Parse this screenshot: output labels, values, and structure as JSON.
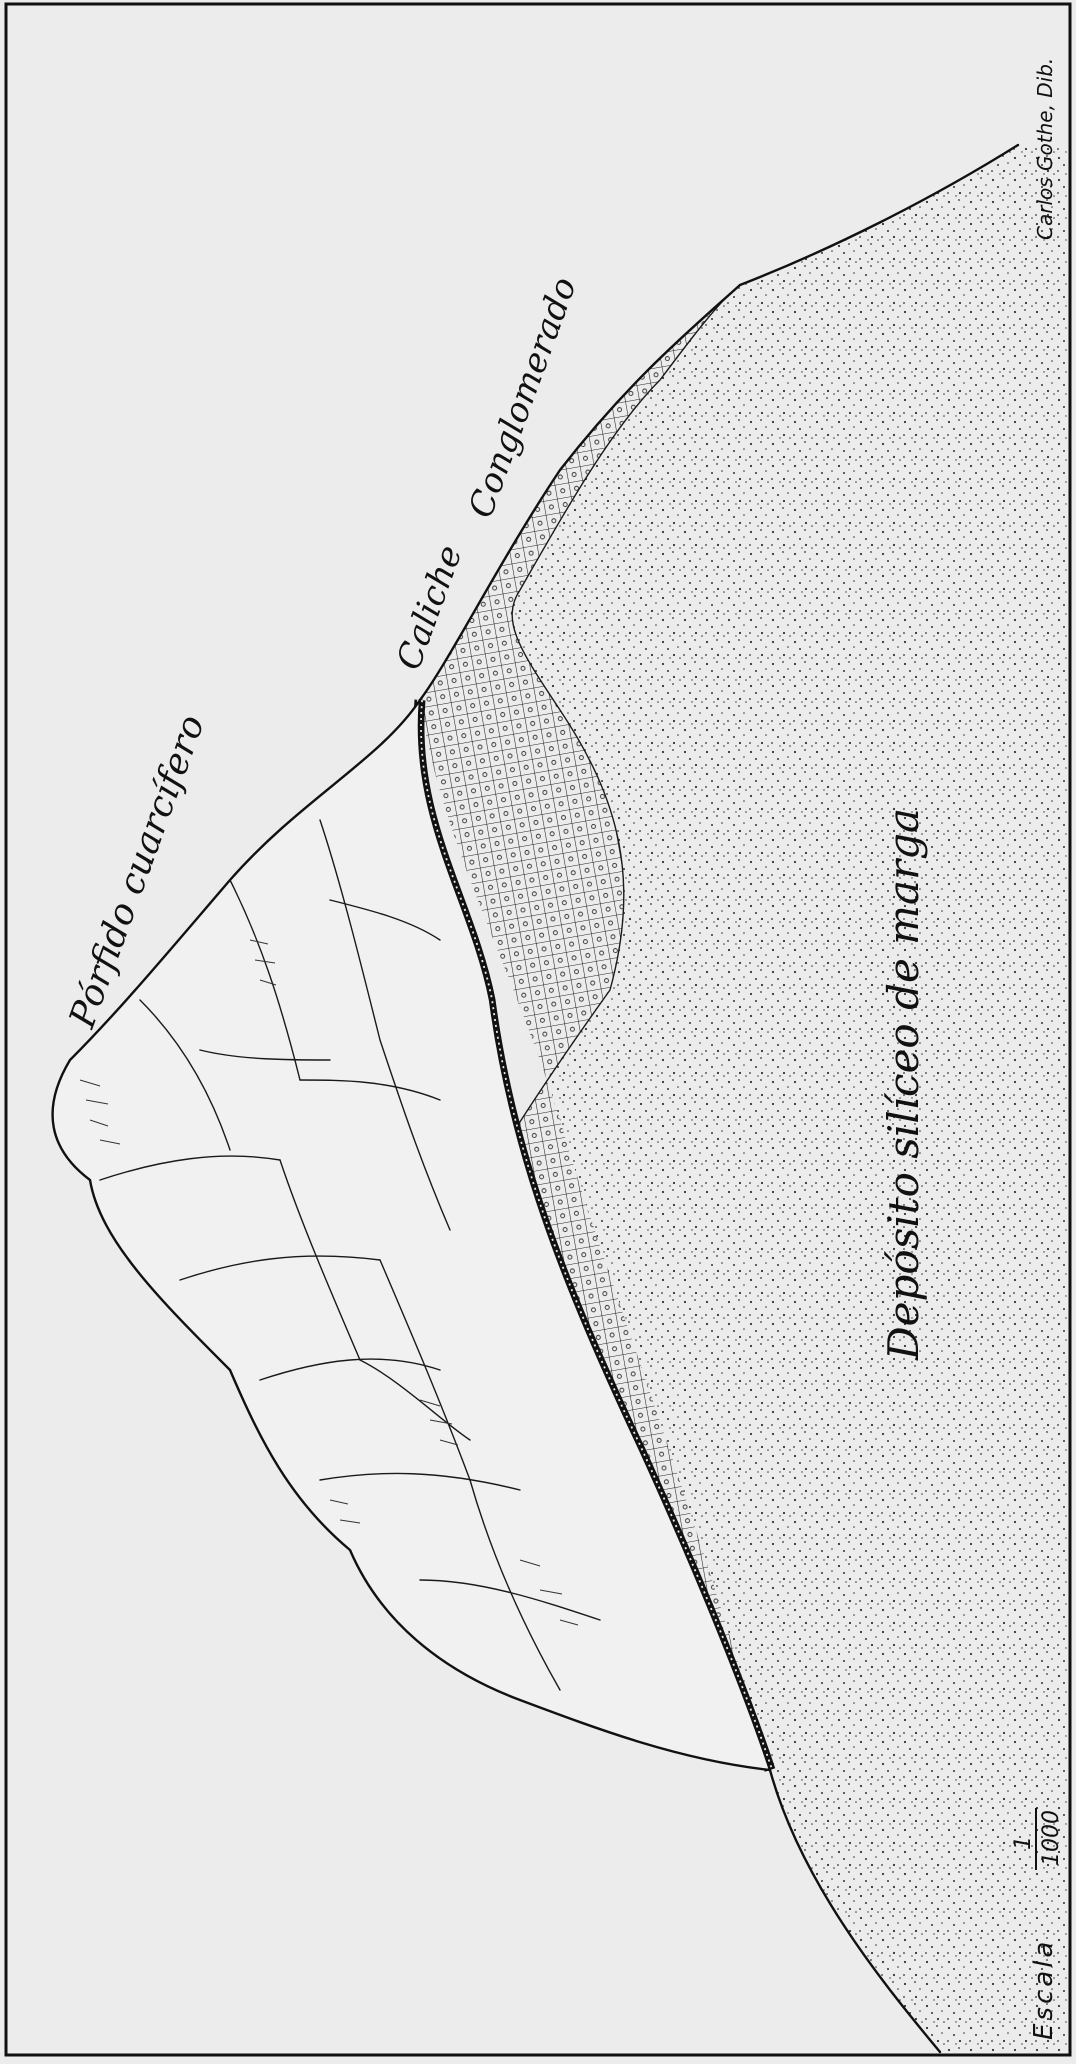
{
  "labels": {
    "porfido": "Pórfido cuarcífero",
    "caliche": "Caliche",
    "conglomerado": "Conglomerado",
    "deposito": "Depósito silíceo de marga",
    "credit": "Carlos Gothe, Dib.",
    "scale_word": "Escala",
    "scale_num": "1",
    "scale_den": "1000"
  },
  "colors": {
    "paper": "#ececec",
    "ink": "#111111"
  }
}
